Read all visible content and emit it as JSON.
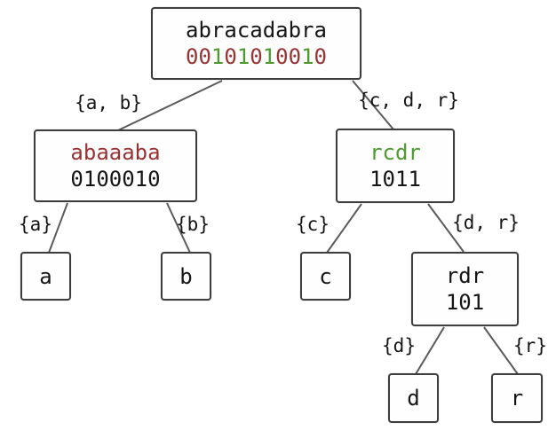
{
  "colors": {
    "zero_bit": "#993333",
    "one_bit": "#4e9a2e",
    "text": "#151515",
    "line": "#5a5a5a",
    "box_border": "#3d3d3d",
    "background": "#ffffff"
  },
  "nodes": {
    "root": {
      "label": "abracadabra",
      "bitmap": "00101010010"
    },
    "left": {
      "label": "abaaaba",
      "bitmap": "0100010"
    },
    "right": {
      "label": "rcdr",
      "bitmap": "1011"
    },
    "rdr": {
      "label": "rdr",
      "bitmap": "101"
    },
    "leaf_a": {
      "label": "a"
    },
    "leaf_b": {
      "label": "b"
    },
    "leaf_c": {
      "label": "c"
    },
    "leaf_d": {
      "label": "d"
    },
    "leaf_r": {
      "label": "r"
    }
  },
  "edges": {
    "root_left": "{a, b}",
    "root_right": "{c, d, r}",
    "left_a": "{a}",
    "left_b": "{b}",
    "right_c": "{c}",
    "right_rdr": "{d, r}",
    "rdr_d": "{d}",
    "rdr_r": "{r}"
  }
}
